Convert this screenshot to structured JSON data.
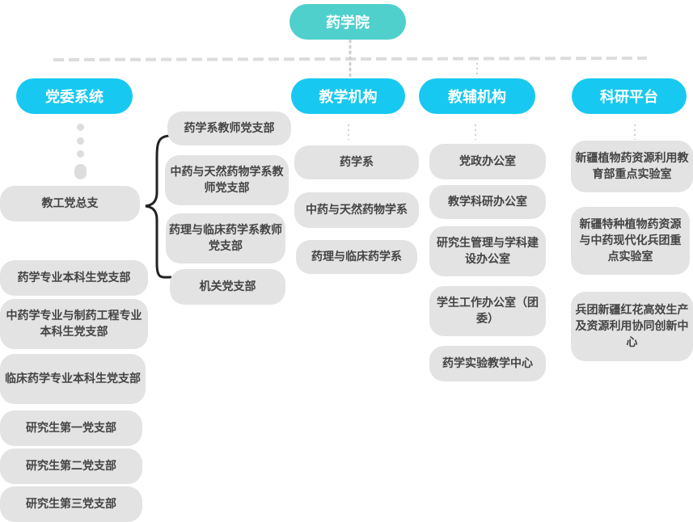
{
  "root": {
    "label": "药学院"
  },
  "categories": {
    "party": {
      "label": "党委系统"
    },
    "teaching": {
      "label": "教学机构"
    },
    "support": {
      "label": "教辅机构"
    },
    "research": {
      "label": "科研平台"
    }
  },
  "party": {
    "general_branch": "教工党总支",
    "teacher_branches": [
      "药学系教师党支部",
      "中药与天然药物学系教师党支部",
      "药理与临床药学系教师党支部",
      "机关党支部"
    ],
    "student_branches": [
      "药学专业本科生党支部",
      "中药学专业与制药工程专业本科生党支部",
      "临床药学专业本科生党支部",
      "研究生第一党支部",
      "研究生第二党支部",
      "研究生第三党支部"
    ]
  },
  "teaching": {
    "items": [
      "药学系",
      "中药与天然药物学系",
      "药理与临床药学系"
    ]
  },
  "support": {
    "items": [
      "党政办公室",
      "教学科研办公室",
      "研究生管理与学科建设办公室",
      "学生工作办公室（团委）",
      "药学实验教学中心"
    ]
  },
  "research": {
    "items": [
      "新疆植物药资源利用教育部重点实验室",
      "新疆特种植物药资源与中药现代化兵团重点实验室",
      "兵团新疆红花高效生产及资源利用协同创新中心"
    ]
  },
  "colors": {
    "root": "#4fd0cc",
    "category": "#17c9f0",
    "node": "#e3e3e3",
    "connector": "#dcdcdc"
  }
}
